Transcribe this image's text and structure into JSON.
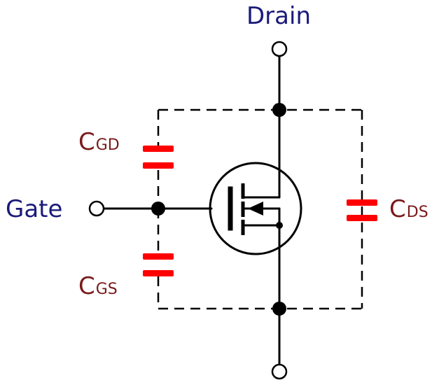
{
  "terminals": {
    "drain": "Drain",
    "gate": "Gate"
  },
  "capacitors": {
    "cgd": {
      "letter": "C",
      "subscript": "GD"
    },
    "cgs": {
      "letter": "C",
      "subscript": "GS"
    },
    "cds": {
      "letter": "C",
      "subscript": "DS"
    }
  },
  "colors": {
    "terminal_label": "#1a1a7a",
    "capacitor_label": "#7a1a1a",
    "capacitor_plate": "#ff0000",
    "wire": "#000000"
  }
}
